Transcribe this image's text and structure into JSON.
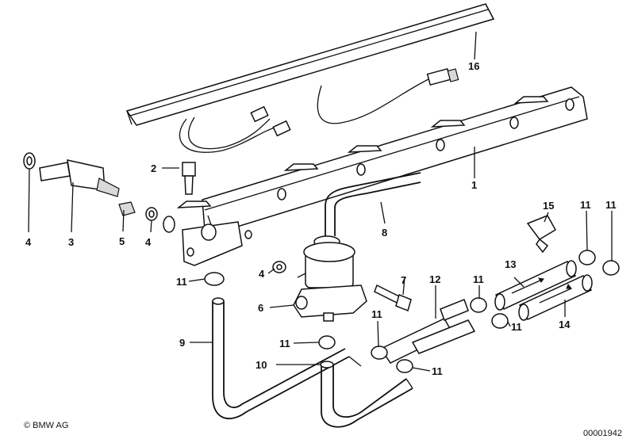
{
  "callouts": {
    "c1": "1",
    "c2": "2",
    "c3": "3",
    "c4a": "4",
    "c4b": "4",
    "c4c": "4",
    "c5": "5",
    "c6": "6",
    "c7": "7",
    "c8": "8",
    "c9": "9",
    "c10": "10",
    "c11a": "11",
    "c11b": "11",
    "c11c": "11",
    "c11d": "11",
    "c11e": "11",
    "c11f": "11",
    "c11g": "11",
    "c11h": "11",
    "c12": "12",
    "c13": "13",
    "c14": "14",
    "c15": "15",
    "c16": "16"
  },
  "footer": {
    "copyright": "© BMW AG",
    "drawing_number": "00001942"
  }
}
